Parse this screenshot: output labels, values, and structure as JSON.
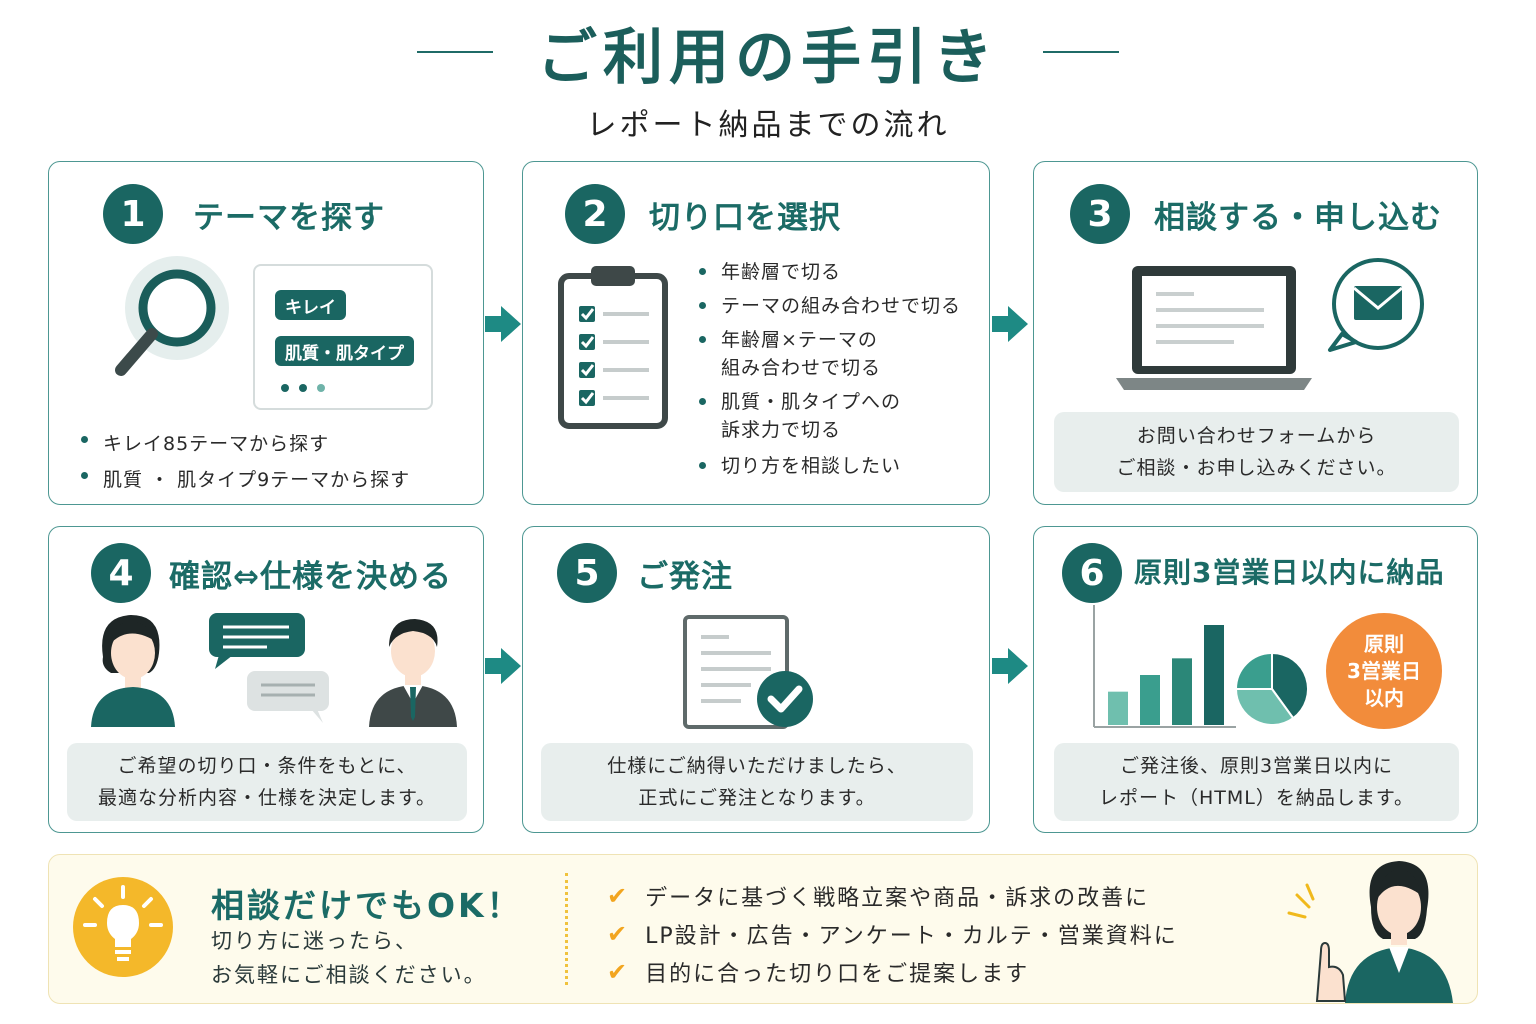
{
  "header": {
    "title": "ご利用の手引き",
    "subtitle": "レポート納品までの流れ"
  },
  "steps": [
    {
      "num": "1",
      "title": "テーマを探す",
      "tags": [
        "キレイ",
        "肌質・肌タイプ"
      ],
      "bullets": [
        "キレイ85テーマから探す",
        "肌質 ・ 肌タイプ9テーマから探す"
      ]
    },
    {
      "num": "2",
      "title": "切り口を選択",
      "bullets": [
        "年齢層で切る",
        "テーマの組み合わせで切る",
        "年齢層×テーマの",
        "組み合わせで切る",
        "肌質・肌タイプへの",
        "訴求力で切る",
        "切り方を相談したい"
      ]
    },
    {
      "num": "3",
      "title": "相談する・申し込む",
      "note": [
        "お問い合わせフォームから",
        "ご相談・お申し込みください。"
      ]
    },
    {
      "num": "4",
      "title": "確認⇔仕様を決める",
      "note": [
        "ご希望の切り口・条件をもとに、",
        "最適な分析内容・仕様を決定します。"
      ]
    },
    {
      "num": "5",
      "title": "ご発注",
      "note": [
        "仕様にご納得いただけましたら、",
        "正式にご発注となります。"
      ]
    },
    {
      "num": "6",
      "title": "原則3営業日以内に納品",
      "badge": [
        "原則",
        "3営業日",
        "以内"
      ],
      "note": [
        "ご発注後、原則3営業日以内に",
        "レポート（HTML）を納品します。"
      ]
    }
  ],
  "footer": {
    "heading": "相談だけでもOK！",
    "lines": [
      "切り方に迷ったら、",
      "お気軽にご相談ください。"
    ],
    "checks": [
      "データに基づく戦略立案や商品・訴求の改善に",
      "LP設計・広告・アンケート・カルテ・営業資料に",
      "目的に合った切り口をご提案します"
    ]
  },
  "colors": {
    "primary": "#1a6662",
    "accent": "#f28c3b",
    "bulb": "#f4b82a"
  },
  "chart_data": {
    "type": "bar",
    "values": [
      2,
      3,
      4,
      6
    ],
    "pie": [
      0.4,
      0.35,
      0.25
    ]
  }
}
